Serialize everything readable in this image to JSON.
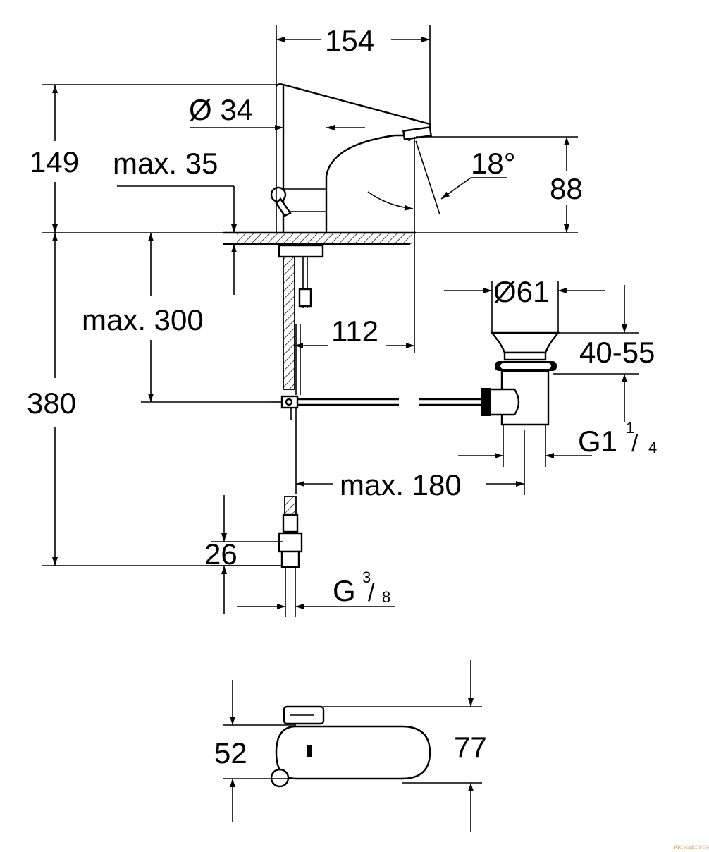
{
  "dimensions": {
    "width_154": "154",
    "diameter_34": "Ø 34",
    "height_149": "149",
    "max_35": "max. 35",
    "angle_18": "18°",
    "height_88": "88",
    "max_300": "max. 300",
    "reach_112": "112",
    "height_380": "380",
    "diameter_61": "Ø61",
    "range_40_55": "40-55",
    "thread_g1": {
      "main": "G1",
      "num": "1",
      "den": "4"
    },
    "max_180": "max. 180",
    "height_26": "26",
    "thread_g38": {
      "main": "G ",
      "num": "3",
      "den": "8"
    },
    "top_52": "52",
    "top_77": "77"
  },
  "watermark": "RICHARDSON",
  "colors": {
    "line": "#000000",
    "background": "#ffffff",
    "watermark": "#c8a070"
  }
}
